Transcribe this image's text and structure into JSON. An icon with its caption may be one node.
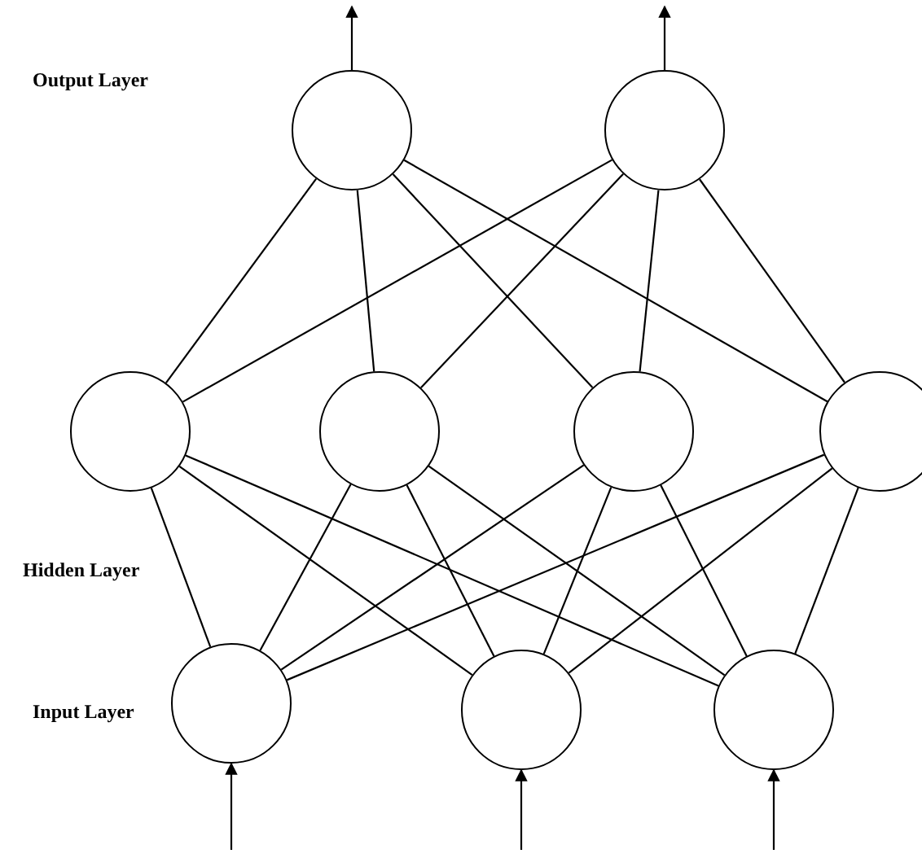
{
  "diagram": {
    "nodes": [
      {
        "text": [],
        "shape": "circle"
      },
      {
        "text": [],
        "shape": "circle"
      },
      {
        "text": [],
        "shape": "circle"
      },
      {
        "text": [],
        "shape": "circle"
      },
      {
        "text": [],
        "shape": "circle"
      },
      {
        "text": [],
        "shape": "circle"
      },
      {
        "text": [],
        "shape": "circle"
      },
      {
        "text": [],
        "shape": "circle"
      },
      {
        "text": [],
        "shape": "circle"
      }
    ],
    "edges": [
      {
        "from": 0,
        "to": null,
        "arrow": "to"
      },
      {
        "from": 1,
        "to": null,
        "arrow": "to"
      },
      {
        "from": 2,
        "to": 0,
        "arrow": "none"
      },
      {
        "from": 2,
        "to": 1,
        "arrow": "none"
      },
      {
        "from": 3,
        "to": 0,
        "arrow": "none"
      },
      {
        "from": 3,
        "to": 1,
        "arrow": "none"
      },
      {
        "from": 4,
        "to": 0,
        "arrow": "none"
      },
      {
        "from": 4,
        "to": 1,
        "arrow": "none"
      },
      {
        "from": 5,
        "to": 0,
        "arrow": "none"
      },
      {
        "from": 5,
        "to": 1,
        "arrow": "none"
      },
      {
        "from": 6,
        "to": 2,
        "arrow": "none"
      },
      {
        "from": 6,
        "to": 3,
        "arrow": "none"
      },
      {
        "from": 6,
        "to": 4,
        "arrow": "none"
      },
      {
        "from": 6,
        "to": 5,
        "arrow": "none"
      },
      {
        "from": 7,
        "to": 2,
        "arrow": "none"
      },
      {
        "from": 7,
        "to": 3,
        "arrow": "none"
      },
      {
        "from": 7,
        "to": 4,
        "arrow": "none"
      },
      {
        "from": 7,
        "to": 5,
        "arrow": "none"
      },
      {
        "from": 8,
        "to": 2,
        "arrow": "none"
      },
      {
        "from": 8,
        "to": 3,
        "arrow": "none"
      },
      {
        "from": 8,
        "to": 4,
        "arrow": "none"
      },
      {
        "from": 8,
        "to": 5,
        "arrow": "none"
      },
      {
        "from": null,
        "to": 6,
        "arrow": "to"
      },
      {
        "from": null,
        "to": 7,
        "arrow": "to"
      },
      {
        "from": null,
        "to": 8,
        "arrow": "to"
      }
    ],
    "labels": [
      "Output Layer",
      "Hidden Layer",
      "Input Layer"
    ]
  }
}
